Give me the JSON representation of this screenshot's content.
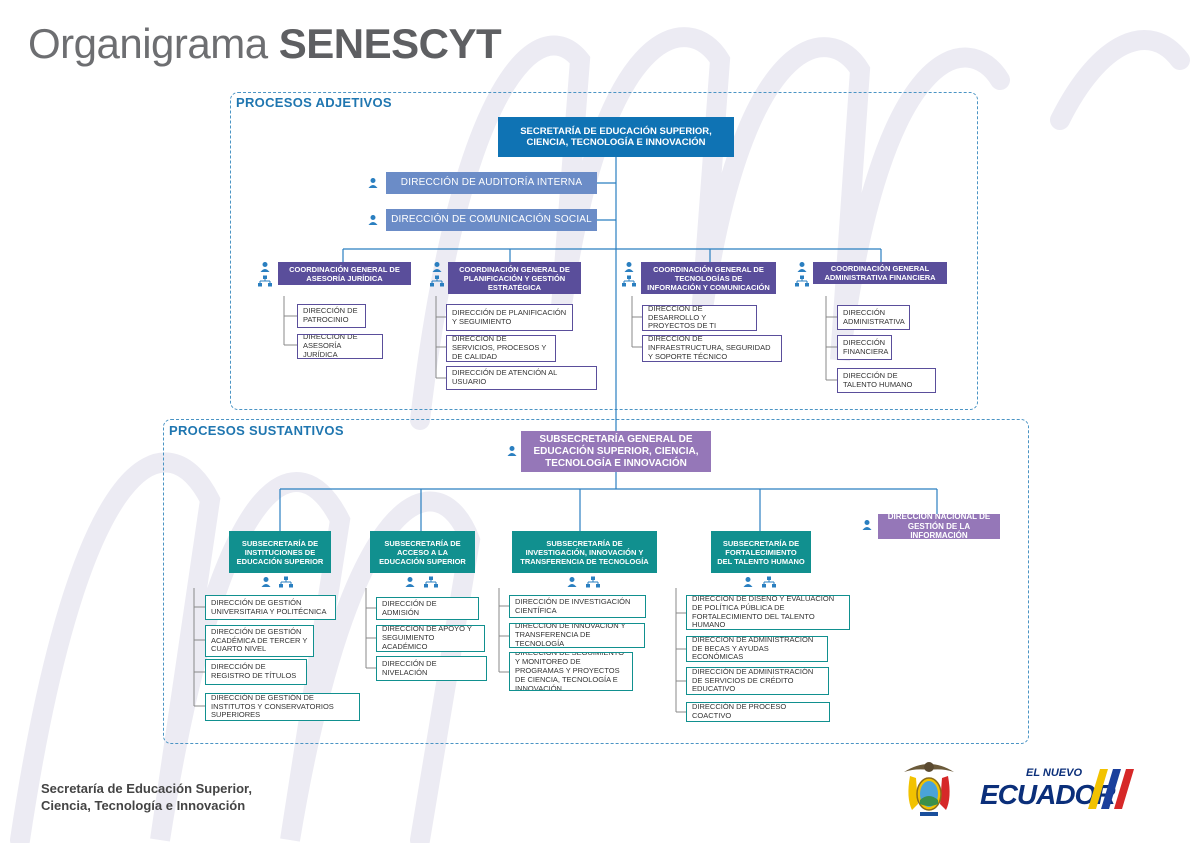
{
  "title": {
    "light": "Organigrama ",
    "bold": "SENESCYT"
  },
  "sections": {
    "adjetivos": "PROCESOS ADJETIVOS",
    "sustantivos": "PROCESOS SUSTANTIVOS"
  },
  "top": {
    "secretaria": "SECRETARÍA DE EDUCACIÓN SUPERIOR, CIENCIA, TECNOLOGÍA E INNOVACIÓN",
    "auditoria": "DIRECCIÓN DE AUDITORÍA INTERNA",
    "comunicacion": "DIRECCIÓN DE COMUNICACIÓN SOCIAL"
  },
  "coordinaciones": [
    {
      "label": "COORDINACIÓN GENERAL DE ASESORÍA JURÍDICA",
      "children": [
        "DIRECCIÓN DE PATROCINIO",
        "DIRECCIÓN DE ASESORÍA JURÍDICA"
      ]
    },
    {
      "label": "COORDINACIÓN GENERAL DE PLANIFICACIÓN Y GESTIÓN ESTRATÉGICA",
      "children": [
        "DIRECCIÓN DE PLANIFICACIÓN Y SEGUIMIENTO",
        "DIRECCIÓN DE SERVICIOS, PROCESOS Y DE CALIDAD",
        "DIRECCIÓN DE ATENCIÓN AL USUARIO"
      ]
    },
    {
      "label": "COORDINACIÓN GENERAL DE TECNOLOGÍAS DE INFORMACIÓN Y COMUNICACIÓN",
      "children": [
        "DIRECCIÓN DE DESARROLLO Y PROYECTOS DE TI",
        "DIRECCIÓN DE INFRAESTRUCTURA, SEGURIDAD Y SOPORTE TÉCNICO"
      ]
    },
    {
      "label": "COORDINACIÓN GENERAL ADMINISTRATIVA FINANCIERA",
      "children": [
        "DIRECCIÓN ADMINISTRATIVA",
        "DIRECCIÓN FINANCIERA",
        "DIRECCIÓN DE TALENTO HUMANO"
      ]
    }
  ],
  "subsecretaria_general": "SUBSECRETARÍA GENERAL DE EDUCACIÓN SUPERIOR, CIENCIA, TECNOLOGÍA E INNOVACIÓN",
  "direccion_nacional": "DIRECCIÓN NACIONAL DE GESTIÓN DE LA INFORMACIÓN",
  "subsecretarias": [
    {
      "label": "SUBSECRETARÍA DE INSTITUCIONES DE EDUCACIÓN SUPERIOR",
      "children": [
        "DIRECCIÓN DE GESTIÓN UNIVERSITARIA Y POLITÉCNICA",
        "DIRECCIÓN DE GESTIÓN ACADÉMICA DE TERCER Y CUARTO NIVEL",
        "DIRECCIÓN DE REGISTRO DE TÍTULOS",
        "DIRECCIÓN DE GESTIÓN DE INSTITUTOS Y CONSERVATORIOS SUPERIORES"
      ]
    },
    {
      "label": "SUBSECRETARÍA DE ACCESO A LA EDUCACIÓN SUPERIOR",
      "children": [
        "DIRECCIÓN DE ADMISIÓN",
        "DIRECCIÓN DE APOYO Y SEGUIMIENTO ACADÉMICO",
        "DIRECCIÓN DE NIVELACIÓN"
      ]
    },
    {
      "label": "SUBSECRETARÍA DE INVESTIGACIÓN, INNOVACIÓN Y TRANSFERENCIA DE TECNOLOGÍA",
      "children": [
        "DIRECCIÓN DE INVESTIGACIÓN CIENTÍFICA",
        "DIRECCIÓN DE INNOVACIÓN Y TRANSFERENCIA DE TECNOLOGÍA",
        "DIRECCIÓN DE SEGUIMIENTO Y MONITOREO DE PROGRAMAS Y PROYECTOS DE CIENCIA, TECNOLOGÍA E INNOVACIÓN"
      ]
    },
    {
      "label": "SUBSECRETARÍA DE FORTALECIMIENTO DEL TALENTO HUMANO",
      "children": [
        "DIRECCIÓN DE DISEÑO Y EVALUACIÓN DE POLÍTICA PÚBLICA DE FORTALECIMIENTO DEL TALENTO HUMANO",
        "DIRECCIÓN DE ADMINISTRACIÓN DE BECAS Y AYUDAS ECONÓMICAS",
        "DIRECCIÓN DE ADMINISTRACIÓN DE SERVICIOS DE CRÉDITO EDUCATIVO",
        "DIRECCIÓN DE PROCESO COACTIVO"
      ]
    }
  ],
  "footer": {
    "line1": "Secretaría de Educación Superior,",
    "line2": "Ciencia, Tecnología e Innovación"
  },
  "brand": {
    "top": "EL NUEVO",
    "main": "ECUADOR"
  },
  "colors": {
    "blue": "#0f73b4",
    "steel": "#6b8cc7",
    "indigo": "#5a4e9b",
    "purple": "#9577b8",
    "teal": "#11908f",
    "connector": "#2a7fc0"
  }
}
